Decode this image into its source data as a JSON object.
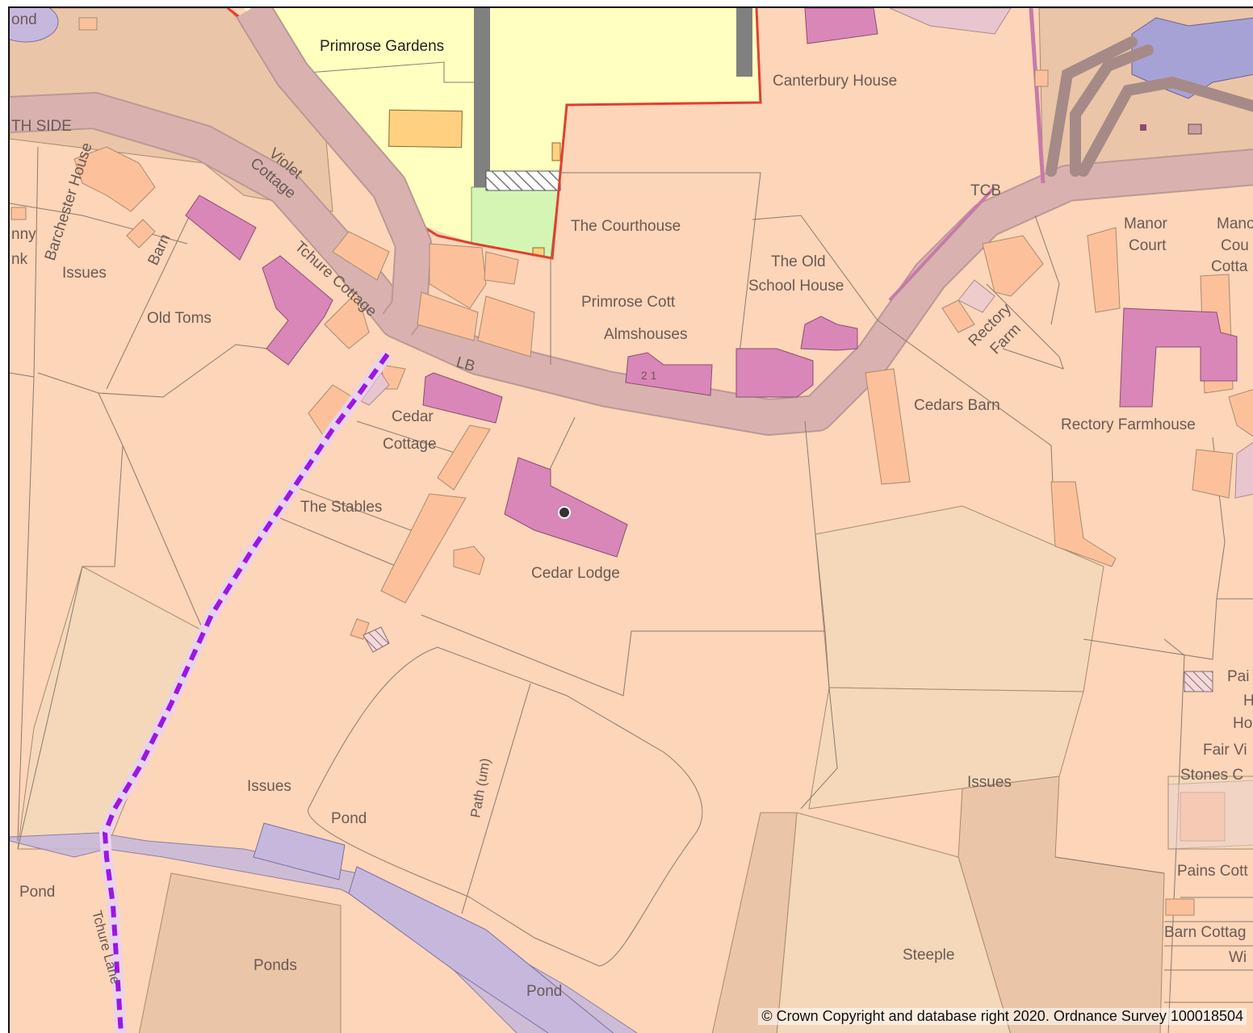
{
  "map": {
    "labels": {
      "pond_tl": "ond",
      "primrose_gardens": "Primrose Gardens",
      "canterbury_house": "Canterbury House",
      "th_side": "TH SIDE",
      "violet_cottage": "Violet Cottage",
      "barchester_house": "Barchester House",
      "barn": "Barn",
      "nny": "nny",
      "nk": "nk",
      "issues_1": "Issues",
      "old_toms": "Old Toms",
      "tchure_cottage": "Tchure Cottage",
      "lb": "LB",
      "courthouse": "The Courthouse",
      "tcb": "TCB",
      "manor_court": "Manor Court",
      "manor_court_cottage": "Mano Cou Cotta",
      "old_school_house": "The Old School House",
      "primrose_cott": "Primrose Cott",
      "almshouses": "Almshouses",
      "rectory_farm": "Rectory Farm",
      "cedar_cottage": "Cedar Cottage",
      "cedars_barn": "Cedars Barn",
      "rectory_farmhouse": "Rectory Farmhouse",
      "the_stables": "The Stables",
      "cedar_lodge": "Cedar Lodge",
      "pai": "Pai",
      "h": "H",
      "ho": "Ho",
      "fair_vi": "Fair Vi",
      "stones_c": "Stones C",
      "issues_2": "Issues",
      "issues_3": "Issues",
      "pond_1": "Pond",
      "path_um": "Path (um)",
      "pond_2": "Pond",
      "pains_cott": "Pains Cott",
      "tchure_lane": "Tchure Lane",
      "ponds": "Ponds",
      "steeple": "Steeple",
      "pond_3": "Pond",
      "barn_cottage": "Barn Cottag",
      "wi": "Wi",
      "almshouse_nums": "2  1"
    },
    "colors": {
      "background": "#fdd5b8",
      "building": "#fcc19b",
      "listed_building": "#d987b8",
      "road": "#d9b2b0",
      "water": "#c6b8dd",
      "boundary_red": "#e0402e",
      "right_of_way": "#9a18e0",
      "site_yellow": "#ffffc0",
      "green_area": "#d4f5b4",
      "orange_building": "#ffd080"
    },
    "marker": "point-marker"
  },
  "copyright": "© Crown Copyright and database right 2020. Ordnance Survey 100018504"
}
